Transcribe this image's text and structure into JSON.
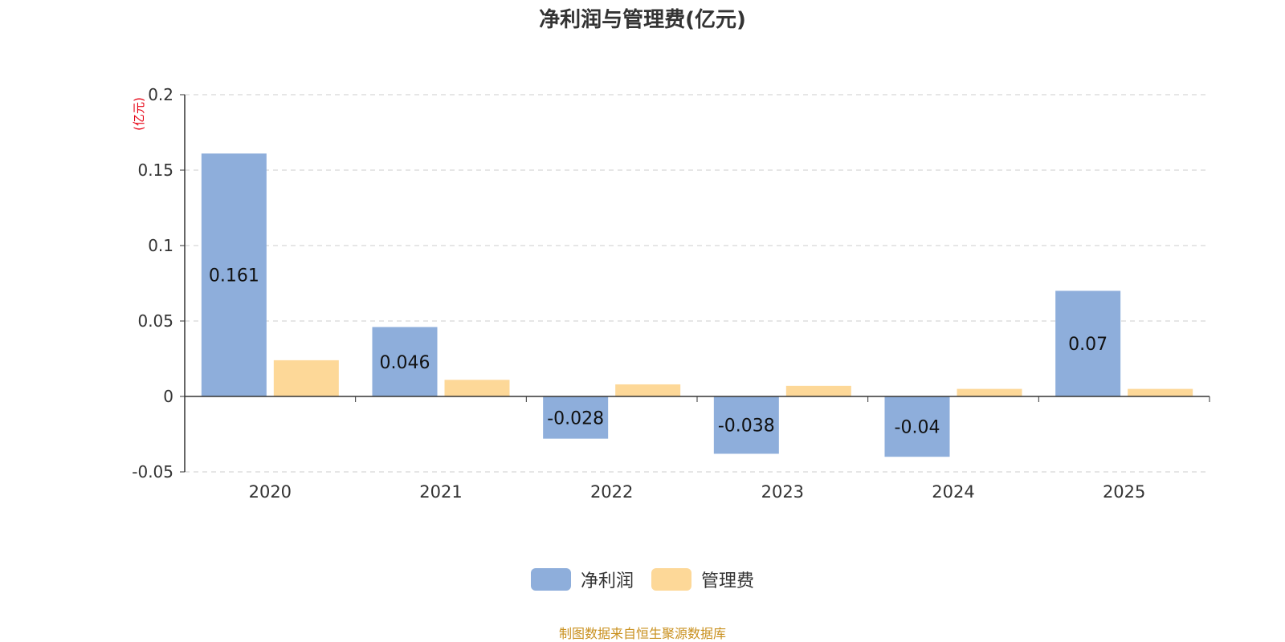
{
  "page": {
    "title": "净利润与管理费(亿元)",
    "source": "制图数据来自恒生聚源数据库",
    "source_color": "#c9901e"
  },
  "chart_data": {
    "type": "bar",
    "title": "净利润与管理费(亿元)",
    "xlabel": "",
    "ylabel": "(亿元)",
    "ylabel_color": "#e60012",
    "categories": [
      "2020",
      "2021",
      "2022",
      "2023",
      "2024",
      "2025"
    ],
    "series": [
      {
        "name": "净利润",
        "color": "#8eaedb",
        "values": [
          0.161,
          0.046,
          -0.028,
          -0.038,
          -0.04,
          0.07
        ],
        "labels": [
          "0.161",
          "0.046",
          "-0.028",
          "-0.038",
          "-0.04",
          "0.07"
        ],
        "show_labels": true
      },
      {
        "name": "管理费",
        "color": "#fdd898",
        "values": [
          0.024,
          0.011,
          0.008,
          0.007,
          0.005,
          0.005
        ],
        "show_labels": false
      }
    ],
    "ylim": [
      -0.05,
      0.2
    ],
    "yticks": [
      -0.05,
      0,
      0.05,
      0.1,
      0.15,
      0.2
    ],
    "ytick_labels": [
      "-0.05",
      "0",
      "0.05",
      "0.1",
      "0.15",
      "0.2"
    ],
    "grid": true,
    "legend_position": "bottom-center"
  }
}
